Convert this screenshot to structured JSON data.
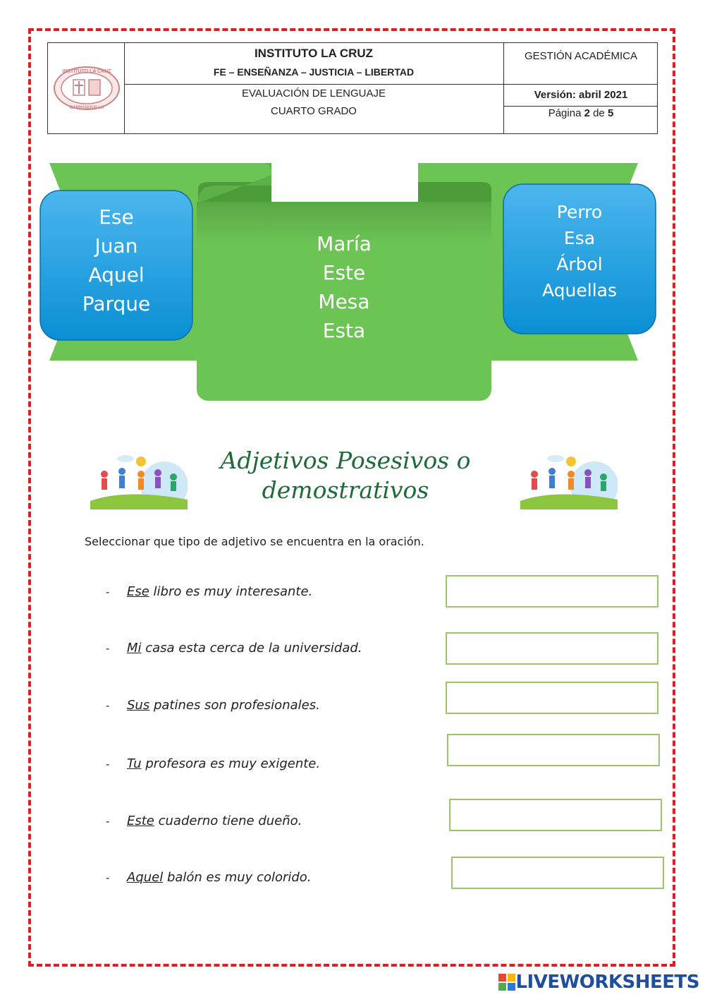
{
  "header": {
    "institution": "INSTITUTO LA CRUZ",
    "motto": "FE – ENSEÑANZA – JUSTICIA – LIBERTAD",
    "department": "GESTIÓN ACADÉMICA",
    "evaluation": "EVALUACIÓN DE LENGUAJE",
    "grade": "CUARTO GRADO",
    "version": "Versión: abril 2021",
    "page_prefix": "Página ",
    "page_num": "2",
    "page_mid": " de ",
    "page_total": "5",
    "logo_top_text": "INSTITUTO LA CRUZ",
    "logo_bottom_text": "BARRANQUILLA"
  },
  "word_bank": {
    "left": [
      "Ese",
      "Juan",
      "Aquel",
      "Parque"
    ],
    "middle": [
      "María",
      "Este",
      "Mesa",
      "Esta"
    ],
    "right": [
      "Perro",
      "Esa",
      "Árbol",
      "Aquellas"
    ]
  },
  "title_line1": "Adjetivos Posesivos o",
  "title_line2": "demostrativos",
  "instruction": "Seleccionar que tipo de adjetivo se encuentra en la oración.",
  "items": [
    {
      "dash": "-",
      "word": "Ese",
      "rest": " libro es muy interesante."
    },
    {
      "dash": "-",
      "word": "Mi",
      "rest": " casa esta cerca de la universidad."
    },
    {
      "dash": "-",
      "word": "Sus",
      "rest": " patines son profesionales."
    },
    {
      "dash": "-",
      "word": "Tu",
      "rest": " profesora es muy exigente."
    },
    {
      "dash": "-",
      "word": "Este",
      "rest": " cuaderno tiene dueño."
    },
    {
      "dash": "-",
      "word": "Aquel",
      "rest": " balón es muy colorido."
    }
  ],
  "footer_brand": "LIVEWORKSHEETS",
  "colors": {
    "border": "#e31b23",
    "banner_green": "#6cc454",
    "box_blue": "#1f9ee0",
    "title_green": "#1c6b38",
    "answer_border": "#9bc66b"
  }
}
